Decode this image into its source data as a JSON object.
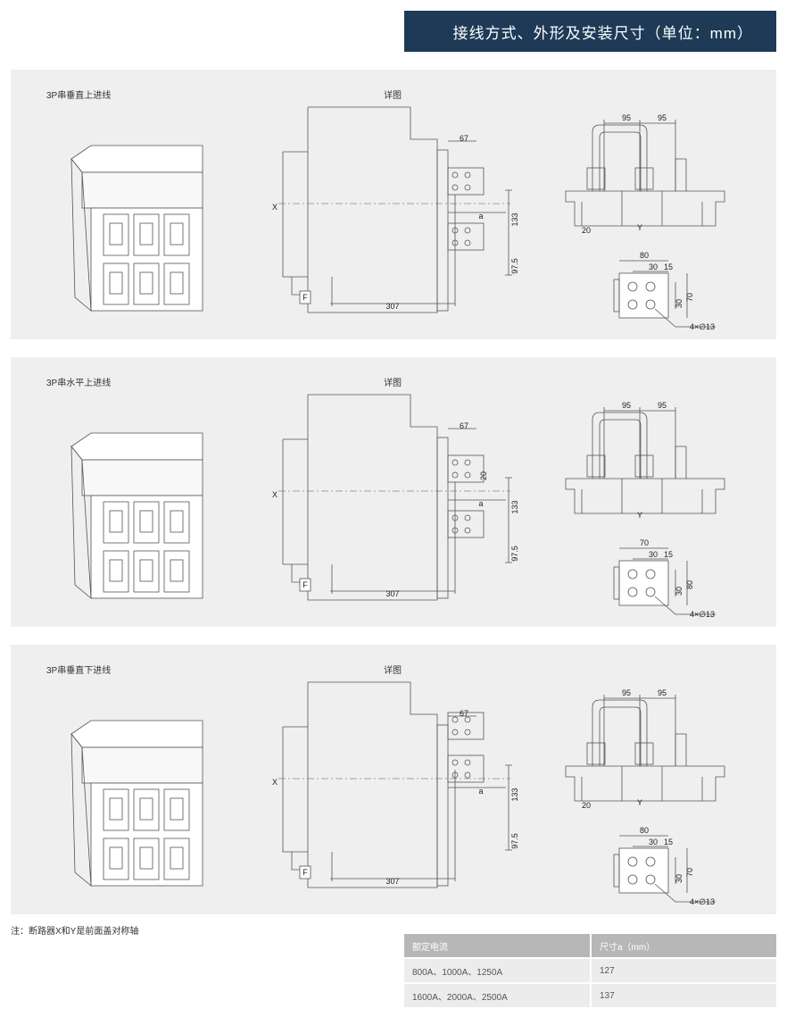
{
  "header": {
    "title": "接线方式、外形及安装尺寸（单位：mm）"
  },
  "panels": [
    {
      "title": "3P串垂直上进线",
      "detail": "详图",
      "side_labels": [
        "67",
        "a",
        "133",
        "97.5",
        "307",
        "X",
        "F"
      ],
      "front_labels": [
        "95",
        "95",
        "20",
        "Y"
      ],
      "terminal_labels": [
        "80",
        "30",
        "15",
        "30",
        "70",
        "4×∅13"
      ]
    },
    {
      "title": "3P串水平上进线",
      "detail": "详图",
      "side_labels": [
        "67",
        "a",
        "133",
        "97.5",
        "307",
        "X",
        "F",
        "20"
      ],
      "front_labels": [
        "95",
        "95",
        "Y"
      ],
      "terminal_labels": [
        "70",
        "30",
        "15",
        "30",
        "80",
        "4×∅13"
      ]
    },
    {
      "title": "3P串垂直下进线",
      "detail": "详图",
      "side_labels": [
        "67",
        "a",
        "133",
        "97.5",
        "307",
        "X",
        "F"
      ],
      "front_labels": [
        "95",
        "95",
        "20",
        "Y"
      ],
      "terminal_labels": [
        "80",
        "30",
        "15",
        "30",
        "70",
        "4×∅13"
      ]
    }
  ],
  "note": "注：断路器X和Y是前面盖对称轴",
  "table": {
    "headers": [
      "额定电流",
      "尺寸a（mm）"
    ],
    "rows": [
      [
        "800A、1000A、1250A",
        "127"
      ],
      [
        "1600A、2000A、2500A",
        "137"
      ]
    ]
  }
}
